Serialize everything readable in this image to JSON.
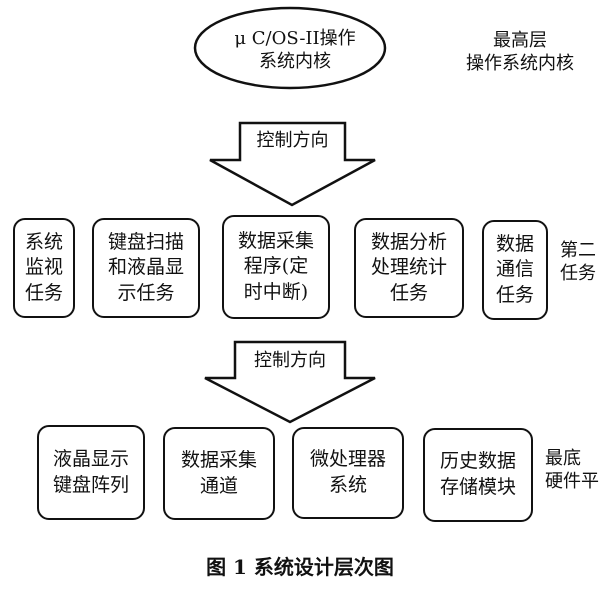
{
  "top": {
    "kernel_label": "μ C/OS-II操作\n系统内核",
    "layer_label": "最高层\n操作系统内核"
  },
  "arrow_1": {
    "label": "控制方向"
  },
  "tasks": [
    {
      "label": "系统\n监视\n任务"
    },
    {
      "label": "键盘扫描\n和液晶显\n示任务"
    },
    {
      "label": "数据采集\n程序(定\n时中断)"
    },
    {
      "label": "数据分析\n处理统计\n任务"
    },
    {
      "label": "数据\n通信\n任务"
    }
  ],
  "task_layer_label": "第二\n任务",
  "arrow_2": {
    "label": "控制方向"
  },
  "hardware": [
    {
      "label": "液晶显示\n键盘阵列"
    },
    {
      "label": "数据采集\n通道"
    },
    {
      "label": "微处理器\n系统"
    },
    {
      "label": "历史数据\n存储模块"
    }
  ],
  "hardware_layer_label": "最底\n硬件平",
  "caption": "图 1    系统设计层次图"
}
